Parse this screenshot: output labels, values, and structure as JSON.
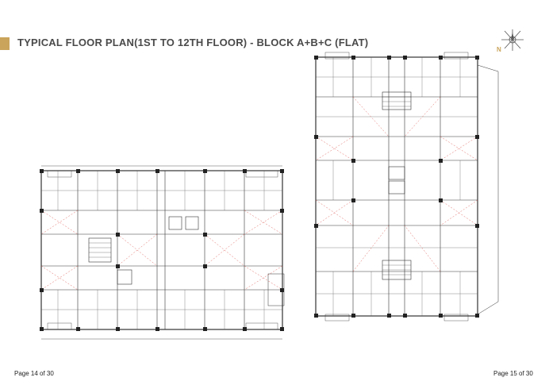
{
  "header": {
    "title": "TYPICAL FLOOR PLAN(1ST TO 12TH FLOOR) - BLOCK A+B+C (FLAT)",
    "accent_color": "#caa45b"
  },
  "compass": {
    "icon": "compass-rose-icon",
    "north_label": "N"
  },
  "footer": {
    "left_page": "Page 14 of 30",
    "right_page": "Page 15 of 30"
  }
}
